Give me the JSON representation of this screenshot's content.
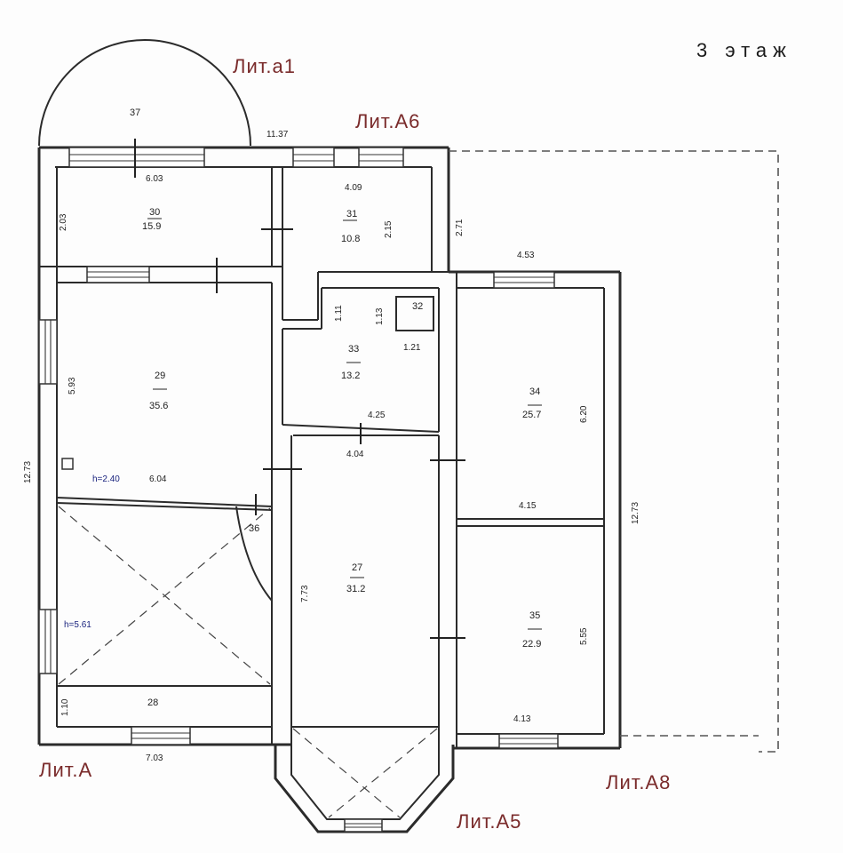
{
  "floor_label": "3 этаж",
  "liters": {
    "a1": "Лит.а1",
    "a6": "Лит.А6",
    "a": "Лит.А",
    "a5": "Лит.А5",
    "a8": "Лит.А8"
  },
  "rooms": [
    {
      "id": "30",
      "area": "15.9"
    },
    {
      "id": "31",
      "area": "10.8"
    },
    {
      "id": "29",
      "area": "35.6"
    },
    {
      "id": "33",
      "area": "13.2"
    },
    {
      "id": "34",
      "area": "25.7"
    },
    {
      "id": "27",
      "area": "31.2"
    },
    {
      "id": "35",
      "area": "22.9"
    }
  ],
  "room_numbers_only": [
    "37",
    "32",
    "36",
    "28"
  ],
  "heights": {
    "room29": "h=2.40",
    "room28": "h=5.61"
  },
  "dimensions": {
    "d1137": "11.37",
    "d603": "6.03",
    "d203": "2.03",
    "d409": "4.09",
    "d215": "2.15",
    "d271": "2.71",
    "d453": "4.53",
    "d111": "1.11",
    "d113": "1.13",
    "d121": "1.21",
    "d593": "5.93",
    "d425": "4.25",
    "d404": "4.04",
    "d620": "6.20",
    "d1273a": "12.73",
    "d604": "6.04",
    "d415": "4.15",
    "d1273b": "12.73",
    "d773": "7.73",
    "d555": "5.55",
    "d110": "1.10",
    "d413": "4.13",
    "d703": "7.03"
  }
}
